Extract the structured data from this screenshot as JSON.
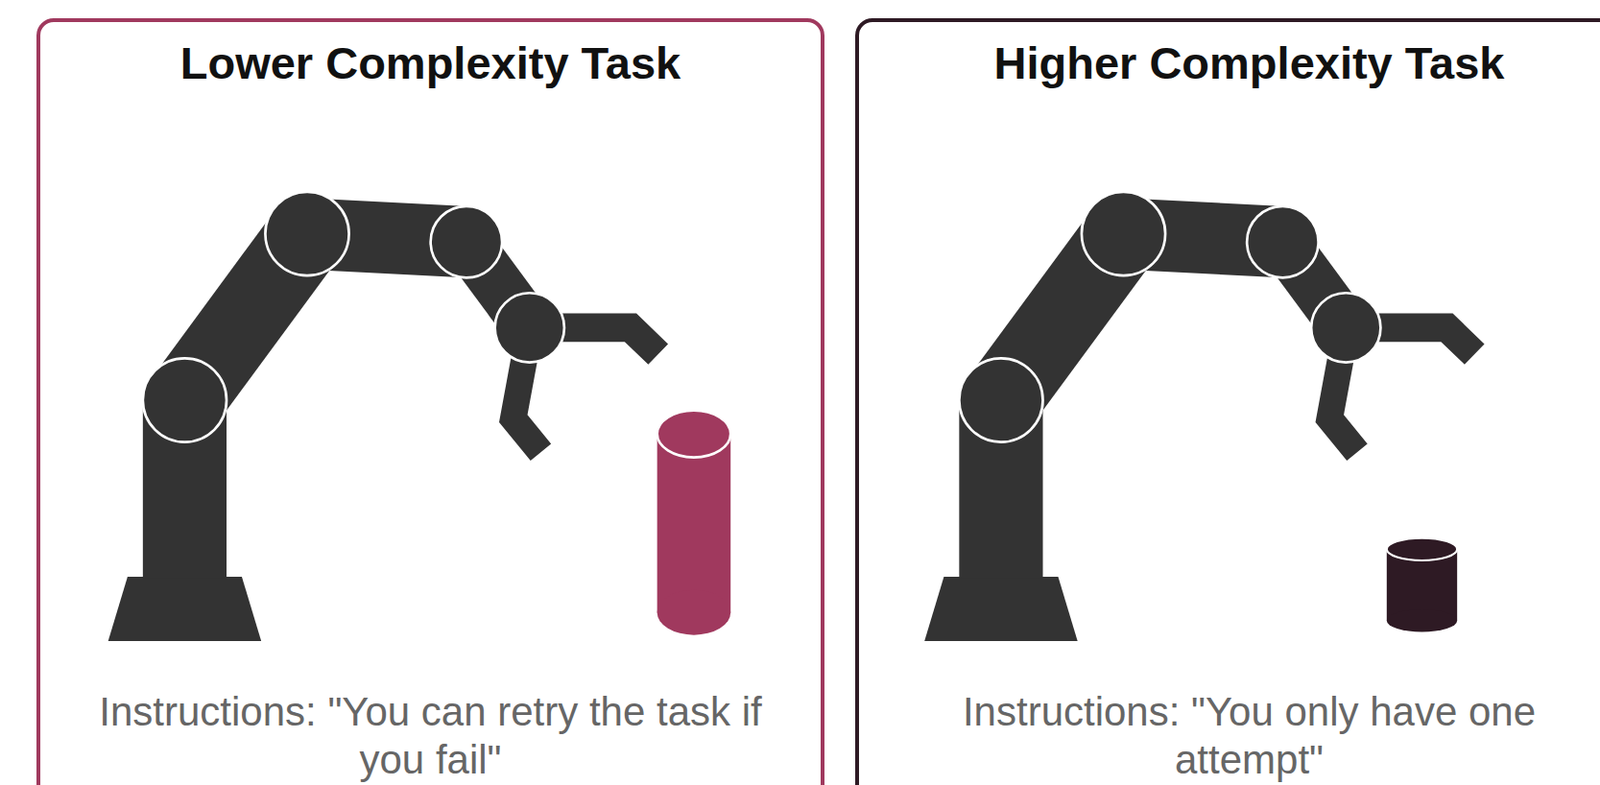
{
  "diagram": {
    "nodes": [
      {
        "text": [
          "Lower Complexity Task",
          "Instructions: \"You can retry the task if you fail\""
        ]
      },
      {
        "text": [
          "Higher Complexity Task",
          "Instructions: \"You only have one attempt\""
        ]
      }
    ]
  }
}
